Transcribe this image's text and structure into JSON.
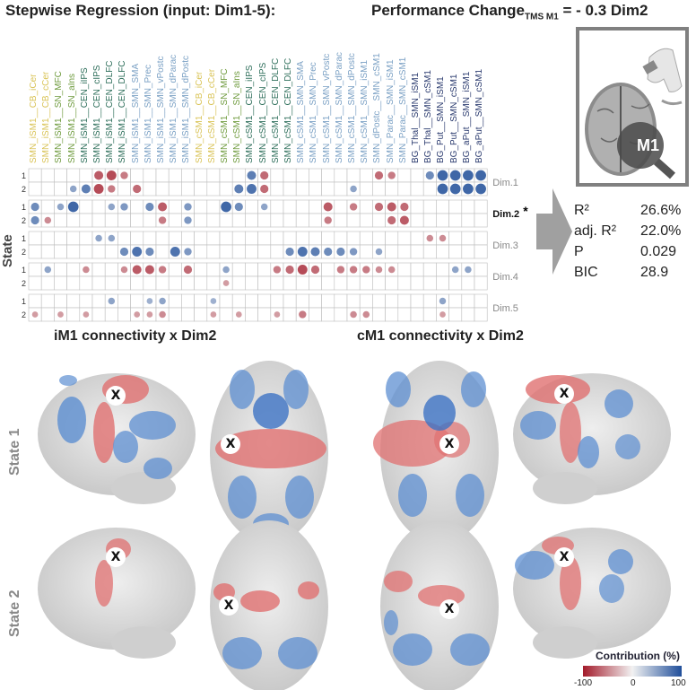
{
  "titles": {
    "stepwise": "Stepwise Regression (input: Dim1-5):",
    "perf_main": "Performance Change",
    "perf_sub": "TMS M1",
    "perf_value": " = - 0.3 Dim2"
  },
  "axis": {
    "state_label": "State",
    "row_labels": [
      "1",
      "2"
    ]
  },
  "columns": [
    {
      "name": "SMN_iSM1__CB_iCer",
      "color": "#d9c356"
    },
    {
      "name": "SMN_iSM1__CB_cCer",
      "color": "#d9c356"
    },
    {
      "name": "SMN_iSM1__SN_MFC",
      "color": "#6f9b3e"
    },
    {
      "name": "SMN_iSM1__SN_aIns",
      "color": "#6f9b3e"
    },
    {
      "name": "SMN_iSM1__CEN_iIPS",
      "color": "#2d6e5a"
    },
    {
      "name": "SMN_iSM1__CEN_cIPS",
      "color": "#2d6e5a"
    },
    {
      "name": "SMN_iSM1__CEN_DLFC",
      "color": "#2d6e5a"
    },
    {
      "name": "SMN_iSM1__CEN_DLFC",
      "color": "#2d6e5a"
    },
    {
      "name": "SMN_iSM1__SMN_SMA",
      "color": "#7aa0c4"
    },
    {
      "name": "SMN_iSM1__SMN_Prec",
      "color": "#7aa0c4"
    },
    {
      "name": "SMN_iSM1__SMN_vPostc",
      "color": "#7aa0c4"
    },
    {
      "name": "SMN_iSM1__SMN_dParac",
      "color": "#7aa0c4"
    },
    {
      "name": "SMN_iSM1__SMN_dPostc",
      "color": "#7aa0c4"
    },
    {
      "name": "SMN_cSM1__CB_iCer",
      "color": "#d9c356"
    },
    {
      "name": "SMN_cSM1__CB_cCer",
      "color": "#d9c356"
    },
    {
      "name": "SMN_cSM1__SN_MFC",
      "color": "#6f9b3e"
    },
    {
      "name": "SMN_cSM1__SN_aIns",
      "color": "#6f9b3e"
    },
    {
      "name": "SMN_cSM1__CEN_iIPS",
      "color": "#2d6e5a"
    },
    {
      "name": "SMN_cSM1__CEN_cIPS",
      "color": "#2d6e5a"
    },
    {
      "name": "SMN_cSM1__CEN_DLFC",
      "color": "#2d6e5a"
    },
    {
      "name": "SMN_cSM1__CEN_DLFC",
      "color": "#2d6e5a"
    },
    {
      "name": "SMN_cSM1__SMN_SMA",
      "color": "#7aa0c4"
    },
    {
      "name": "SMN_cSM1__SMN_Prec",
      "color": "#7aa0c4"
    },
    {
      "name": "SMN_cSM1__SMN_vPostc",
      "color": "#7aa0c4"
    },
    {
      "name": "SMN_cSM1__SMN_dParac",
      "color": "#7aa0c4"
    },
    {
      "name": "SMN_cSM1__SMN_dPostc",
      "color": "#7aa0c4"
    },
    {
      "name": "SMN_cSM1__SMN_iSM1",
      "color": "#7aa0c4"
    },
    {
      "name": "SMN_dPostc__SMN_cSM1",
      "color": "#7aa0c4"
    },
    {
      "name": "SMN_Parac__SMN_iSM1",
      "color": "#7aa0c4"
    },
    {
      "name": "SMN_Parac__SMN_cSM1",
      "color": "#7aa0c4"
    },
    {
      "name": "BG_Thal__SMN_iSM1",
      "color": "#2a3a6e"
    },
    {
      "name": "BG_Thal__SMN_cSM1",
      "color": "#2a3a6e"
    },
    {
      "name": "BG_Put__SMN_iSM1",
      "color": "#2a3a6e"
    },
    {
      "name": "BG_Put__SMN_cSM1",
      "color": "#2a3a6e"
    },
    {
      "name": "BG_aPut__SMN_iSM1",
      "color": "#2a3a6e"
    },
    {
      "name": "BG_aPut__SMN_cSM1",
      "color": "#2a3a6e"
    }
  ],
  "dim_labels": [
    "Dim.1",
    "Dim.2",
    "Dim.3",
    "Dim.4",
    "Dim.5"
  ],
  "dim_emphasis": "Dim.2",
  "dim_star": "*",
  "dim_rows": [
    {
      "dim": "Dim.1",
      "rows": [
        [
          0,
          0,
          0,
          0,
          0,
          -0.6,
          -0.7,
          -0.4,
          0,
          0,
          0,
          0,
          0,
          0,
          0,
          0,
          0,
          0.6,
          -0.5,
          0,
          0,
          0,
          0,
          0,
          0,
          0,
          0,
          -0.5,
          -0.4,
          0,
          0,
          0.5,
          0.8,
          0.8,
          0.8,
          0.8
        ],
        [
          0,
          0,
          0,
          0.3,
          0.6,
          -0.7,
          -0.4,
          0,
          -0.5,
          0,
          0,
          0,
          0,
          0,
          0,
          0,
          0.6,
          0.7,
          -0.5,
          0,
          0,
          0,
          0,
          0,
          0,
          0.3,
          0,
          0,
          0,
          0,
          0,
          0,
          0.8,
          0.8,
          0.8,
          0.8
        ]
      ]
    },
    {
      "dim": "Dim.2",
      "rows": [
        [
          0.5,
          0,
          0.3,
          0.8,
          0,
          0,
          0.3,
          0.4,
          0,
          0.5,
          -0.6,
          0,
          0.4,
          0,
          0,
          0.8,
          0.5,
          0,
          0.3,
          0,
          0,
          0,
          0,
          -0.6,
          0,
          -0.4,
          0,
          -0.5,
          -0.6,
          -0.5,
          0,
          0,
          0,
          0,
          0,
          0
        ],
        [
          0.5,
          -0.3,
          0,
          0,
          0,
          0,
          0,
          0,
          0,
          0,
          -0.4,
          0,
          0.4,
          0,
          0,
          0,
          0,
          0,
          0,
          0,
          0,
          0,
          0,
          -0.4,
          0,
          0,
          0,
          0,
          -0.5,
          -0.6,
          0,
          0,
          0,
          0,
          0,
          0
        ]
      ]
    },
    {
      "dim": "Dim.3",
      "rows": [
        [
          0,
          0,
          0,
          0,
          0,
          0.3,
          0.3,
          0,
          0,
          0,
          0,
          0,
          0,
          0,
          0,
          0,
          0,
          0,
          0,
          0,
          0,
          0,
          0,
          0,
          0,
          0,
          0,
          0,
          0,
          0,
          0,
          -0.3,
          -0.3,
          0,
          0,
          0
        ],
        [
          0,
          0,
          0,
          0,
          0,
          0,
          0,
          0.5,
          0.7,
          0.5,
          0,
          0.7,
          0.4,
          0,
          0,
          0,
          0,
          0,
          0,
          0,
          0.5,
          0.7,
          0.6,
          0.5,
          0.5,
          0.4,
          0,
          0.3,
          0,
          0,
          0,
          0,
          0,
          0,
          0,
          0
        ]
      ]
    },
    {
      "dim": "Dim.4",
      "rows": [
        [
          0,
          0.3,
          0,
          0,
          -0.3,
          0,
          0,
          -0.3,
          -0.6,
          -0.6,
          -0.4,
          0,
          -0.5,
          0,
          0,
          0.3,
          0,
          0,
          0,
          -0.4,
          -0.5,
          -0.7,
          -0.5,
          0,
          -0.4,
          -0.4,
          -0.4,
          -0.3,
          -0.3,
          0,
          0,
          0,
          0,
          0.3,
          0.3,
          0
        ],
        [
          0,
          0,
          0,
          0,
          0,
          0,
          0,
          0,
          0,
          0,
          0,
          0,
          0,
          0,
          0,
          -0.2,
          0,
          0,
          0,
          0,
          0,
          0,
          0,
          0,
          0,
          0,
          0,
          0,
          0,
          0,
          0,
          0,
          0,
          0,
          0,
          0
        ]
      ]
    },
    {
      "dim": "Dim.5",
      "rows": [
        [
          0,
          0,
          0,
          0,
          0,
          0,
          0.3,
          0,
          0,
          0.2,
          0.3,
          0,
          0,
          0,
          0.2,
          0,
          0,
          0,
          0,
          0,
          0,
          0,
          0,
          0,
          0,
          0,
          0,
          0,
          0,
          0,
          0,
          0,
          0.3,
          0,
          0,
          0
        ],
        [
          -0.2,
          0,
          -0.2,
          0,
          -0.2,
          0,
          0,
          0,
          -0.2,
          -0.2,
          -0.3,
          0,
          0,
          0,
          -0.2,
          0,
          -0.2,
          0,
          0,
          -0.2,
          0,
          -0.4,
          0,
          0,
          0,
          -0.3,
          -0.3,
          0,
          0,
          0,
          0,
          0,
          -0.2,
          0,
          0,
          0
        ]
      ]
    }
  ],
  "stats": [
    {
      "label": "R²",
      "value": "26.6%"
    },
    {
      "label": "adj. R²",
      "value": "22.0%"
    },
    {
      "label": "P",
      "value": "0.029"
    },
    {
      "label": "BIC",
      "value": "28.9"
    }
  ],
  "inset": {
    "m1_label": "M1"
  },
  "sections": {
    "im1": "iM1 connectivity x Dim2",
    "cm1": "cM1 connectivity x Dim2",
    "state1": "State 1",
    "state2": "State 2",
    "marker": "X"
  },
  "colorbar": {
    "title": "Contribution (%)",
    "ticks": [
      "-100",
      "0",
      "100"
    ],
    "colors": [
      "#a31a2a",
      "#f2f2f2",
      "#1f4e9a"
    ]
  }
}
